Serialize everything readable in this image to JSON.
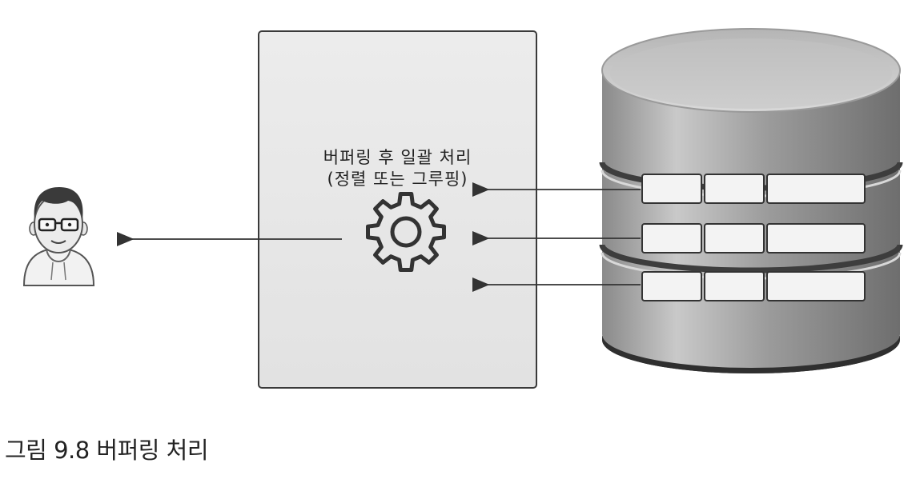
{
  "panel": {
    "title_line1": "버퍼링 후 일괄 처리",
    "title_line2": "(정렬 또는 그루핑)"
  },
  "caption": "그림 9.8 버퍼링 처리",
  "icons": {
    "user": "user-icon",
    "processor": "gear-icon",
    "storage": "database-icon"
  },
  "colors": {
    "panel_fill": "#e9e9e9",
    "panel_border": "#3a3a3a",
    "database_body": "#9a9a9a",
    "database_top": "#c7c7c7",
    "database_band": "#3a3a3a",
    "record_cell": "#f3f3f3",
    "arrow": "#333333"
  }
}
